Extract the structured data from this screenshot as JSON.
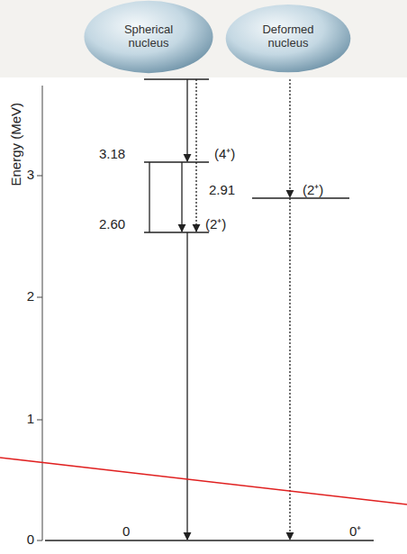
{
  "diagram": {
    "nodes": [
      {
        "text": [
          "Spherical nucleus"
        ]
      },
      {
        "text": [
          "Deformed nucleus"
        ]
      }
    ],
    "labels": [
      "Energy (MeV)",
      "3.18",
      "(4⁺)",
      "3",
      "2.91",
      "(2⁺)",
      "2.60",
      "(2⁺)",
      "2",
      "1",
      "0",
      "0",
      "0⁺"
    ]
  }
}
